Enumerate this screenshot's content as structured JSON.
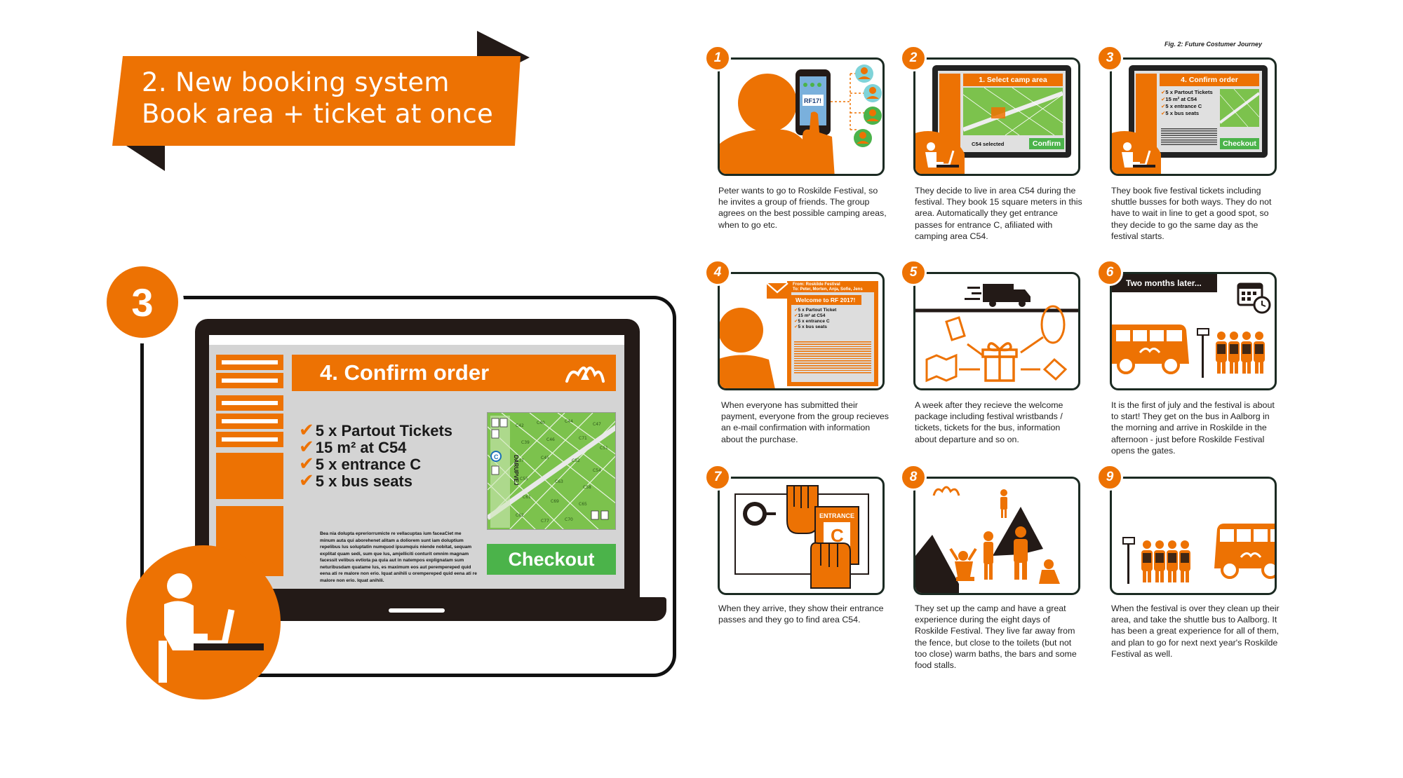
{
  "banner": {
    "line1": "2. New booking system",
    "line2": "Book area + ticket at once",
    "color": "#ed7203"
  },
  "main_step": {
    "number": "3",
    "screen": {
      "title": "4. Confirm order",
      "items": [
        "5 x Partout Tickets",
        "15 m² at C54",
        "5 x entrance C",
        "5 x bus seats"
      ],
      "lorem": "Bea nia dolupta epreriorrumicte re vellacuptas ium faceaCiet me minum auta qui aborehenet alitam a doliorem sunt iam doluptium repelibus lus soluptatin numquod ipsumquis niende nobitat, sequam explitat quam sedi, sum que lus, amjelliciti conturit omnim magnam facessit velibus evtiota pa quia aut in natempos explignatam sum neturibusdam quatame lus, es maximum eos aut perempereped quid eena ati re malore non erio. Iquat anihili u orempereped quid eena ati re malore non erio. Iquat anihili.",
      "checkout": "Checkout",
      "map_label": "DARUPVEJ"
    }
  },
  "storyboard": {
    "figure_caption": "Fig. 2: Future Costumer Journey",
    "steps": [
      {
        "number": "1",
        "caption": "Peter wants to go to Roskilde Festival, so he invites a group of friends. The group agrees on the best possible camping areas, when to go etc.",
        "phone_text": "RF17!"
      },
      {
        "number": "2",
        "caption": "They decide to live in area C54 during the festival. They book 15 square meters in this area. Automatically they get entrance passes for entrance C, afiliated with camping area C54.",
        "screen_title": "1. Select camp area",
        "status": "C54 selected",
        "button": "Confirm"
      },
      {
        "number": "3",
        "caption": "They book five festival tickets including shuttle busses for both ways. They do not have to wait in line to get a good spot, so they decide to go the same day as the festival starts.",
        "screen_title": "4. Confirm order",
        "items": [
          "5 x Partout Tickets",
          "15 m² at C54",
          "5 x entrance C",
          "5 x bus seats"
        ],
        "button": "Checkout"
      },
      {
        "number": "4",
        "caption": "When everyone has submitted their payment, everyone from the group recieves an e-mail confirmation with information about the purchase.",
        "mail_from": "From: Roskilde Festival",
        "mail_to": "To: Peter, Morten, Anja, Sofie, Jens",
        "mail_title": "Welcome to RF 2017!",
        "items": [
          "5 x Partout Ticket",
          "15 m² at C54",
          "5 x entrance C",
          "5 x bus seats"
        ]
      },
      {
        "number": "5",
        "caption": "A week after they recieve the welcome package including festival wristbands / tickets, tickets for the bus, information about departure and so on."
      },
      {
        "number": "6",
        "caption": "It is the first of july and the festival is about to start! They get on the bus in Aalborg in the morning and arrive in Roskilde in the afternoon - just before Roskilde Festival opens the gates.",
        "label": "Two months later..."
      },
      {
        "number": "7",
        "caption": "When they arrive, they show their entrance passes and they go to find area C54.",
        "pass_label": "ENTRANCE",
        "pass_letter": "C"
      },
      {
        "number": "8",
        "caption": "They set up the camp and have a great experience during the eight days of Roskilde Festival. They live far away from the fence, but close to the toilets (but not too close) warm baths, the bars and some food stalls."
      },
      {
        "number": "9",
        "caption": "When the festival is over they clean up their area, and take the shuttle bus to Aalborg. It has been a great experience for all of them, and plan to go for next next year's Roskilde Festival as well."
      }
    ]
  },
  "colors": {
    "orange": "#ed7203",
    "green": "#4bb34a",
    "dark": "#231a17",
    "frame": "#1b2a22"
  },
  "icons": [
    "person-icon",
    "phone-icon",
    "laptop-icon",
    "map-icon",
    "mail-icon",
    "truck-icon",
    "gift-icon",
    "bus-icon",
    "calendar-icon",
    "clock-icon",
    "hand-icon",
    "tent-icon",
    "festival-logo-icon"
  ]
}
